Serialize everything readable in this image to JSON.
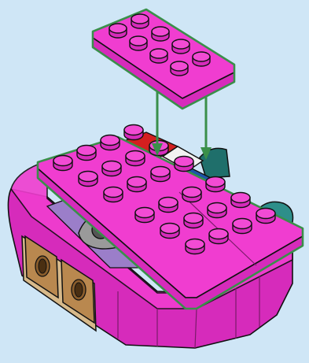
{
  "instruction": {
    "step_type": "lego-build-step",
    "background_color": "#cfe6f6",
    "colors": {
      "magenta": "#f03dd0",
      "magenta_light": "#ff6ae3",
      "magenta_dark": "#c21ea8",
      "stud_top": "#f24bd4",
      "outline": "#111111",
      "highlight": "#3a8f4a",
      "tan": "#d7b98a",
      "brown": "#b9884f",
      "teal": "#2e8f8a",
      "teal_dark": "#1f6f6b",
      "grey": "#8c8c8c",
      "lavender": "#9b7ec9",
      "red": "#d41f1f",
      "blue": "#1e55a8",
      "pink_light": "#f7b3ea",
      "white": "#f2f2f2"
    },
    "parts": [
      {
        "name": "plate-2x4-magenta",
        "role": "new part",
        "studs": 8,
        "highlighted": true
      },
      {
        "name": "plate-4x6-magenta",
        "role": "new part",
        "studs": 24,
        "highlighted": true
      },
      {
        "name": "bezel-base-assembly",
        "role": "existing model"
      }
    ],
    "arrows": [
      {
        "name": "placement-arrow-left",
        "color": "#3a8f4a"
      },
      {
        "name": "placement-arrow-right",
        "color": "#3a8f4a"
      }
    ]
  }
}
